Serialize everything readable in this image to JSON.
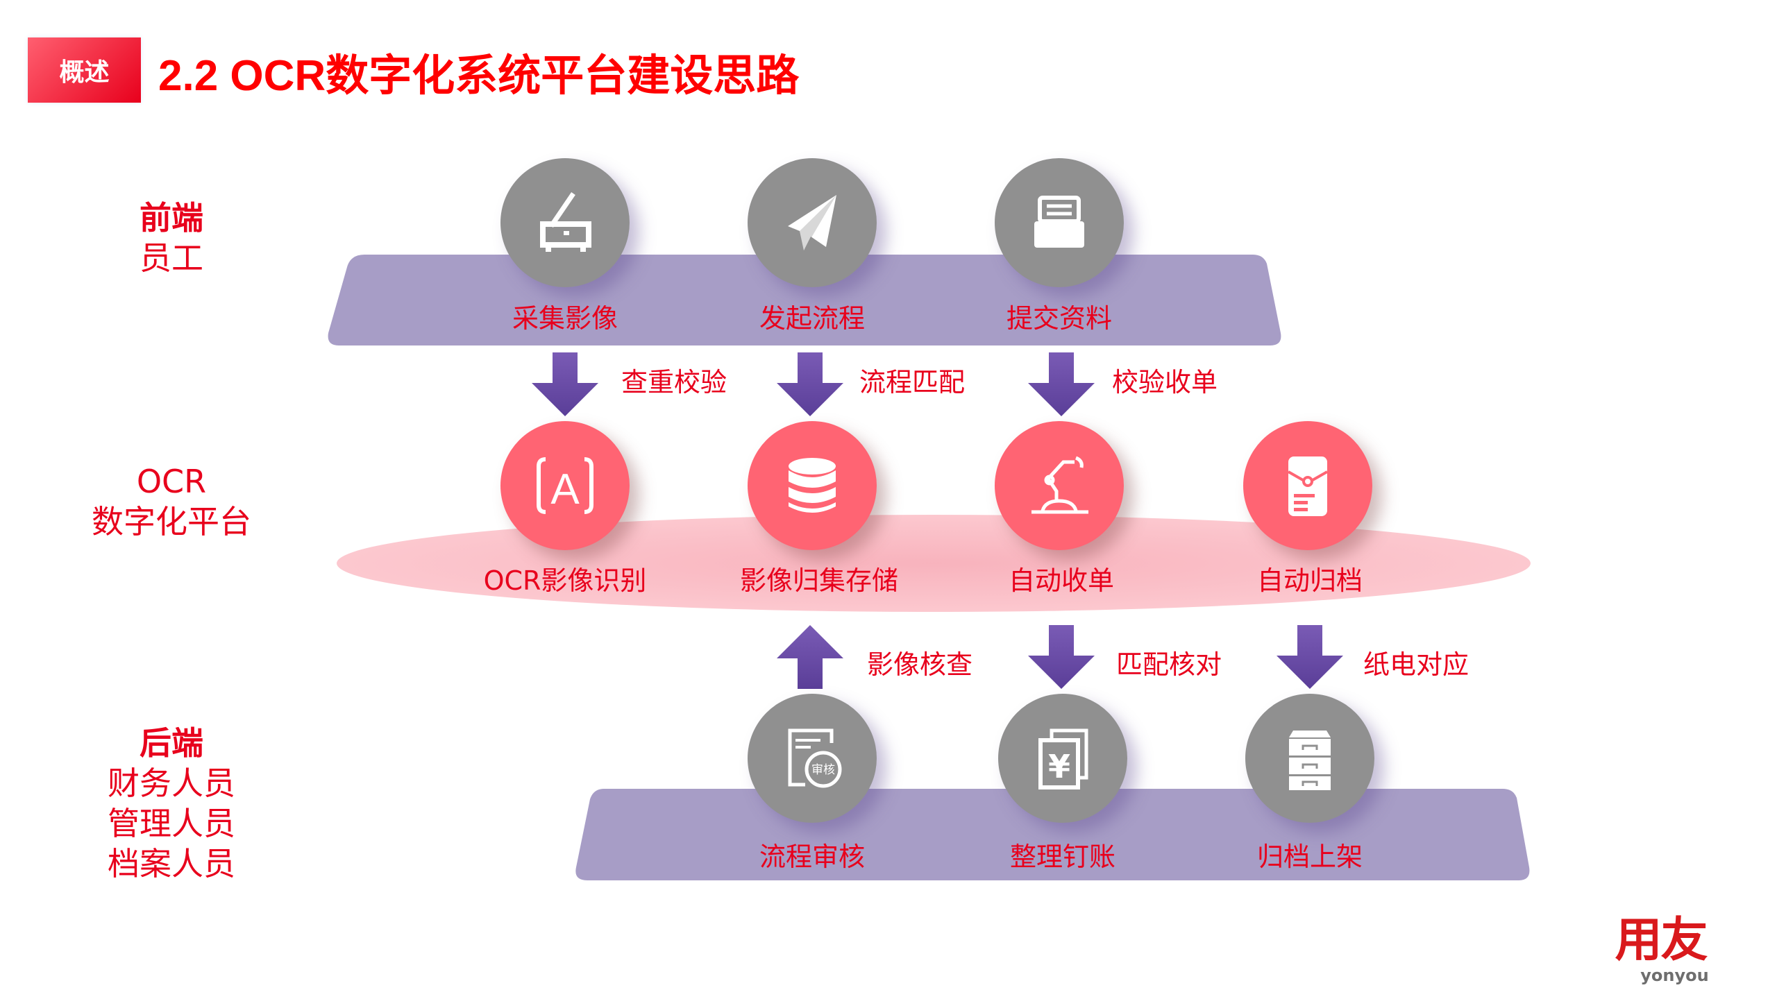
{
  "header": {
    "badge": "概述",
    "title": "2.2 OCR数字化系统平台建设思路"
  },
  "sections": {
    "front": {
      "title": "前端",
      "lines": [
        "员工"
      ]
    },
    "platform": {
      "title": "OCR",
      "lines": [
        "数字化平台"
      ]
    },
    "back": {
      "title": "后端",
      "lines": [
        "财务人员",
        "管理人员",
        "档案人员"
      ]
    }
  },
  "front_nodes": [
    {
      "label": "采集影像",
      "icon": "scanner-icon"
    },
    {
      "label": "发起流程",
      "icon": "paper-plane-icon"
    },
    {
      "label": "提交资料",
      "icon": "printer-icon"
    }
  ],
  "front_arrows": [
    "查重校验",
    "流程匹配",
    "校验收单"
  ],
  "platform_nodes": [
    {
      "label": "OCR影像识别",
      "icon": "ocr-text-icon",
      "glyph": "A"
    },
    {
      "label": "影像归集存储",
      "icon": "database-icon"
    },
    {
      "label": "自动收单",
      "icon": "robot-arm-icon"
    },
    {
      "label": "自动归档",
      "icon": "archive-bag-icon"
    }
  ],
  "back_arrows": [
    {
      "label": "影像核查",
      "direction": "up"
    },
    {
      "label": "匹配核对",
      "direction": "down"
    },
    {
      "label": "纸电对应",
      "direction": "down"
    }
  ],
  "back_nodes": [
    {
      "label": "流程审核",
      "icon": "review-document-icon",
      "glyph": "审核"
    },
    {
      "label": "整理钉账",
      "icon": "yuan-document-icon",
      "glyph": "¥"
    },
    {
      "label": "归档上架",
      "icon": "filing-cabinet-icon"
    }
  ],
  "logo": {
    "cn": "用友",
    "en": "yonyou"
  },
  "colors": {
    "red": "#e8001c",
    "band": "#a79dc6",
    "ellipse": "#fcc3ca",
    "gray": "#909090",
    "node_red": "#ff6473",
    "arrow": "#6a4ea6"
  }
}
